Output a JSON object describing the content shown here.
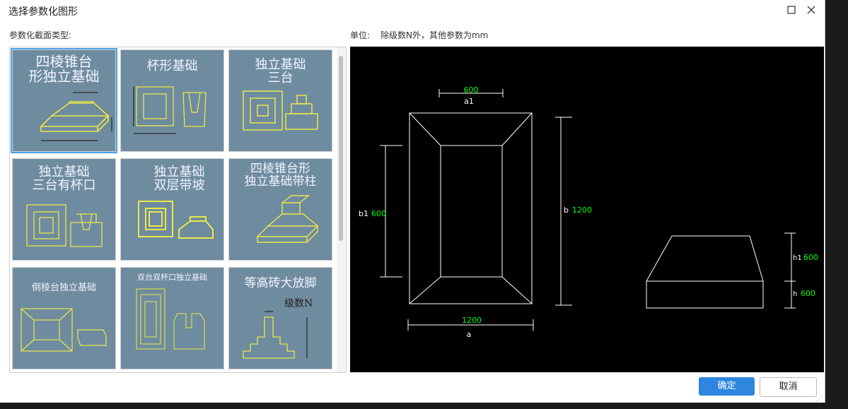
{
  "window": {
    "title": "选择参数化图形",
    "maximize_icon": "square",
    "close_icon": "x"
  },
  "section_label": "参数化截面类型:",
  "unit_label": "单位:",
  "unit_text": "除级数N外，其他参数为mm",
  "shapes": [
    {
      "name": "四棱锥台形独立基础",
      "line1": "四棱锥台",
      "line2": "形独立基础",
      "selected": true
    },
    {
      "name": "杯形基础",
      "line1": "杯形基础",
      "line2": ""
    },
    {
      "name": "独立基础三台",
      "line1": "独立基础",
      "line2": "三台"
    },
    {
      "name": "独立基础三台有杯口",
      "line1": "独立基础",
      "line2": "三台有杯口"
    },
    {
      "name": "独立基础双层带坡",
      "line1": "独立基础",
      "line2": "双层带坡"
    },
    {
      "name": "四棱锥台形独立基础带柱",
      "line1": "四棱锥台形",
      "line2": "独立基础带柱"
    },
    {
      "name": "倒棱台独立基础",
      "line1": "倒棱台独立基础",
      "line2": ""
    },
    {
      "name": "双台双杯口独立基础",
      "line1": "双台双杯口独立基础",
      "line2": ""
    },
    {
      "name": "等高砖大放脚",
      "line1": "等高砖大放脚",
      "line2": "级数N"
    }
  ],
  "preview": {
    "top_dim_value": "600",
    "top_dim_name": "a1",
    "left_dim_name": "b1",
    "left_dim_value": "600",
    "right_dim_name": "b",
    "right_dim_value": "1200",
    "bottom_dim_value": "1200",
    "bottom_dim_name": "a",
    "h1_name": "h1",
    "h1_value": "600",
    "h_name": "h",
    "h_value": "600"
  },
  "buttons": {
    "ok": "确定",
    "cancel": "取消"
  },
  "colors": {
    "accent": "#2e86de",
    "dim_value": "#00ff00"
  }
}
